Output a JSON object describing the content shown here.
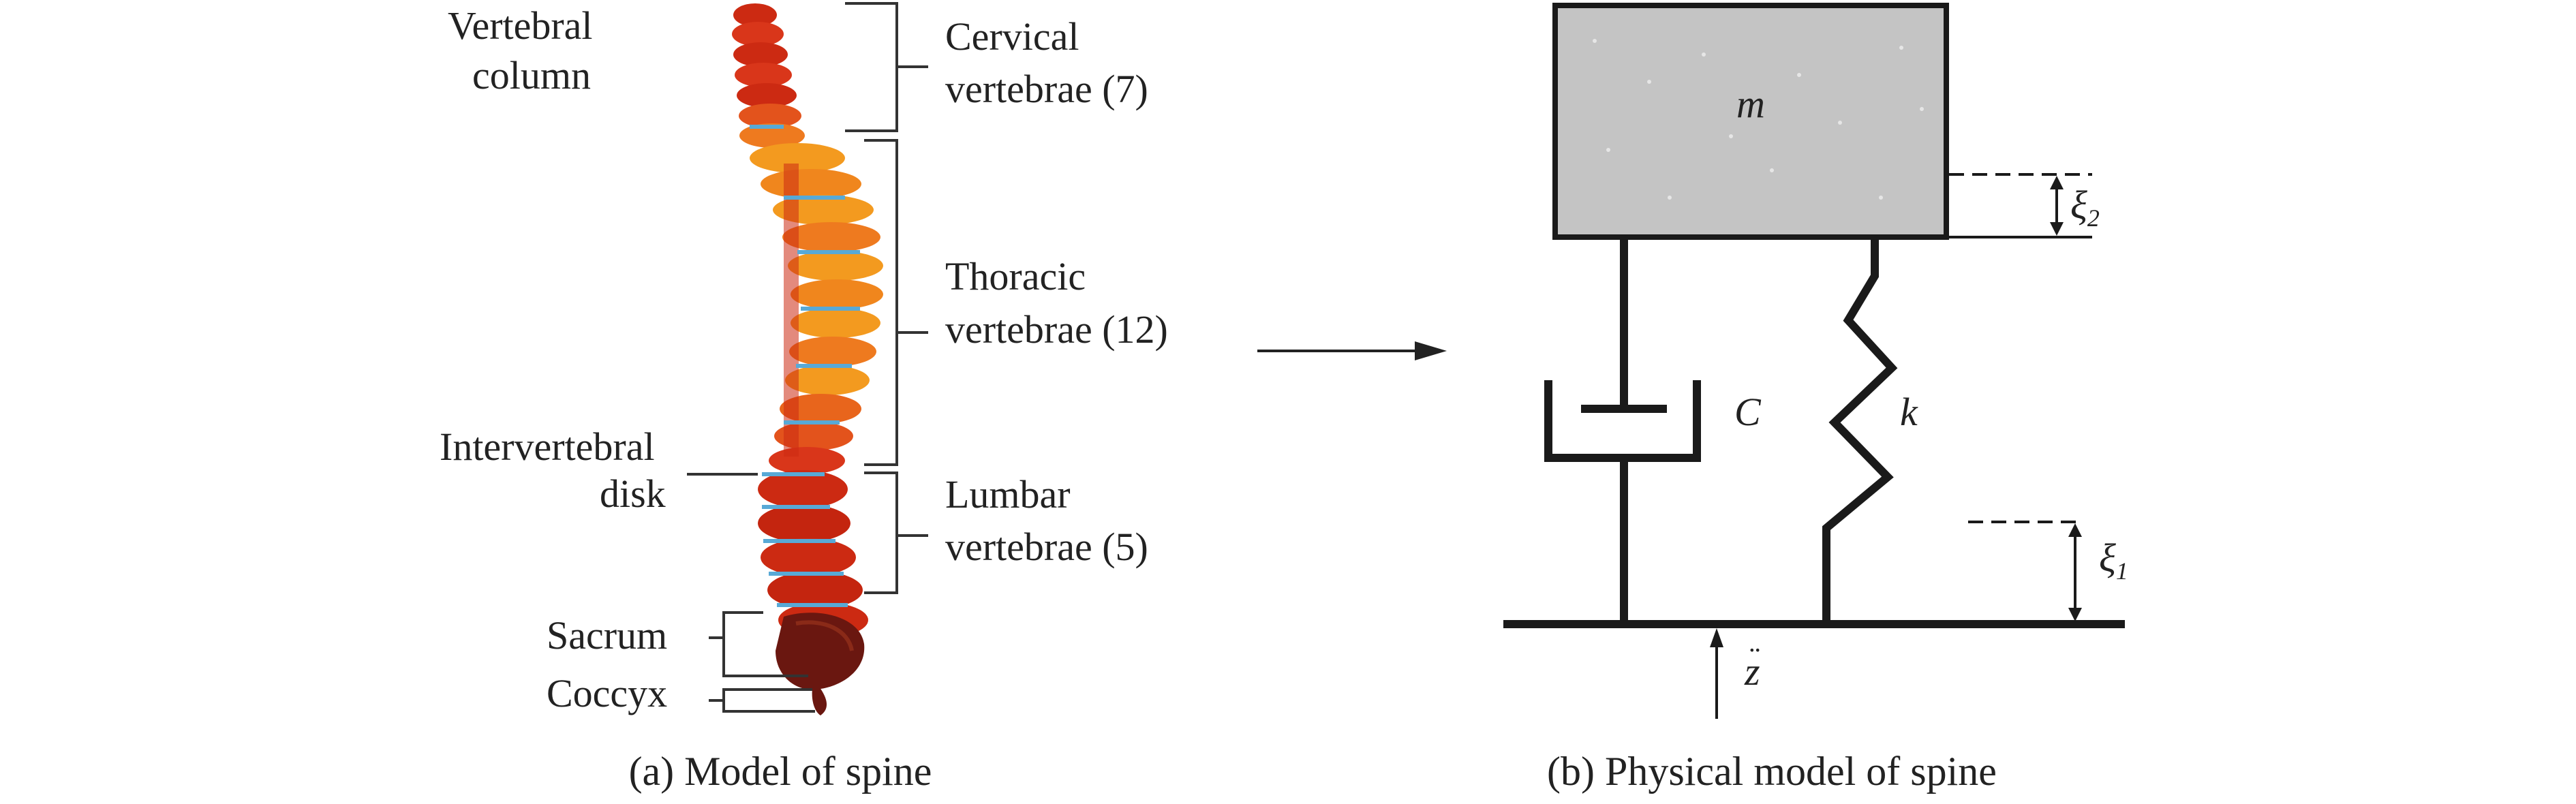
{
  "panel_a": {
    "labels": {
      "vertebral_1": "Vertebral",
      "vertebral_2": "column",
      "cervical_1": "Cervical",
      "cervical_2": "vertebrae (7)",
      "thoracic_1": "Thoracic",
      "thoracic_2": "vertebrae (12)",
      "intervertebral_1": "Intervertebral",
      "intervertebral_2": "disk",
      "lumbar_1": "Lumbar",
      "lumbar_2": "vertebrae (5)",
      "sacrum": "Sacrum",
      "coccyx": "Coccyx"
    },
    "caption": "(a) Model of spine"
  },
  "panel_b": {
    "mass": "m",
    "damper": "C",
    "spring": "k",
    "xi2_base": "ξ",
    "xi2_sub": "2",
    "xi1_base": "ξ",
    "xi1_sub": "1",
    "accel": "z",
    "accel_dots": "¨",
    "caption": "(b) Physical model of spine"
  },
  "colors": {
    "line": "#1a1a1a",
    "mass_fill": "#c4c4c4",
    "bone_red": "#cc2a12",
    "bone_orange": "#f39a1f",
    "disk_blue": "#58a9d6",
    "sacrum_brown": "#6a1710"
  }
}
